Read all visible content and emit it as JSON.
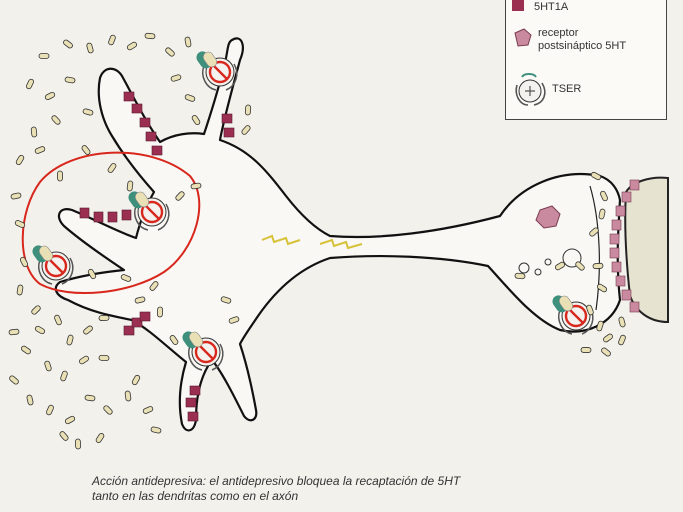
{
  "legend": {
    "item_5ht1a": "5HT1A",
    "item_receptor_line1": "receptor",
    "item_receptor_line2": "postsináptico 5HT",
    "item_tser": "TSER"
  },
  "caption": {
    "line1": "Acción antidepresiva: el antidepresivo bloquea la recaptación de 5HT",
    "line2": "tanto en las dendritas como en el axón"
  },
  "colors": {
    "receptor_5ht1a": "#9a2f52",
    "postsynaptic_receptor": "#c98aa0",
    "inhibition_circle": "#d8281e",
    "capsule_teal": "#3f8f7d",
    "neurotransmitter": "#e9e1b5",
    "lightning": "#d7c23a",
    "target_cell": "#e7e3d1"
  },
  "icons": {
    "transporter": "tser-transporter-icon",
    "blocked": "no-symbol-icon",
    "drug": "antidepressant-capsule-icon"
  }
}
